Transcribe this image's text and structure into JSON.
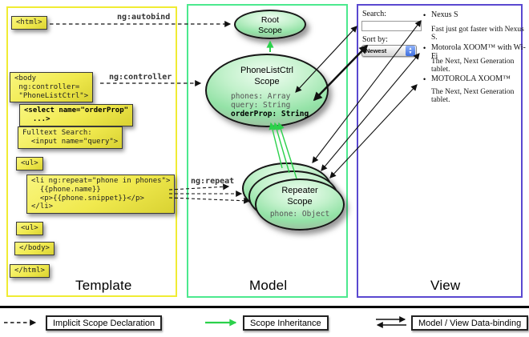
{
  "columns": {
    "template": "Template",
    "model": "Model",
    "view": "View"
  },
  "template_boxes": {
    "html_open": "<html>",
    "body_open": "<body\n ng:controller=\n \"PhoneListCtrl\">",
    "select": "<select name=\"orderProp\"\n  ...>",
    "fulltext": "Fulltext Search:\n  <input name=\"query\">",
    "ul_open": "<ul>",
    "li_repeat": "<li ng:repeat=\"phone in phones\">\n  {{phone.name}}\n  <p>{{phone.snippet}}</p>\n</li>",
    "ul_close": "<ul>",
    "body_close": "</body>",
    "html_close": "</html>"
  },
  "directives": {
    "autobind": "ng:autobind",
    "controller": "ng:controller",
    "repeat": "ng:repeat"
  },
  "scopes": {
    "root": {
      "title": "Root\nScope"
    },
    "phone_list_ctrl": {
      "title": "PhoneListCtrl\nScope",
      "prop_phones": "phones: Array",
      "prop_query": "query: String",
      "prop_order": "orderProp: String"
    },
    "repeater": {
      "title": "Repeater\nScope",
      "prop_phone": "phone: Object"
    }
  },
  "view": {
    "search_label": "Search:",
    "sort_label": "Sort by:",
    "sort_value": "Newest",
    "items": [
      {
        "title": "Nexus S",
        "desc": "Fast just got faster with Nexus S."
      },
      {
        "title": "Motorola XOOM™ with Wi-Fi",
        "desc": "The Next, Next Generation tablet."
      },
      {
        "title": "MOTOROLA XOOM™",
        "desc": "The Next, Next Generation tablet."
      }
    ]
  },
  "legend": {
    "implicit": "Implicit Scope Declaration",
    "inheritance": "Scope Inheritance",
    "databinding": "Model / View Data-binding"
  },
  "colors": {
    "template_border": "#f0ec33",
    "model_border": "#4ce98e",
    "view_border": "#5a48d0",
    "code_box_fill": "#f0e94e",
    "scope_fill": "#9ce4ac",
    "inheritance_arrow": "#2bd14b"
  }
}
